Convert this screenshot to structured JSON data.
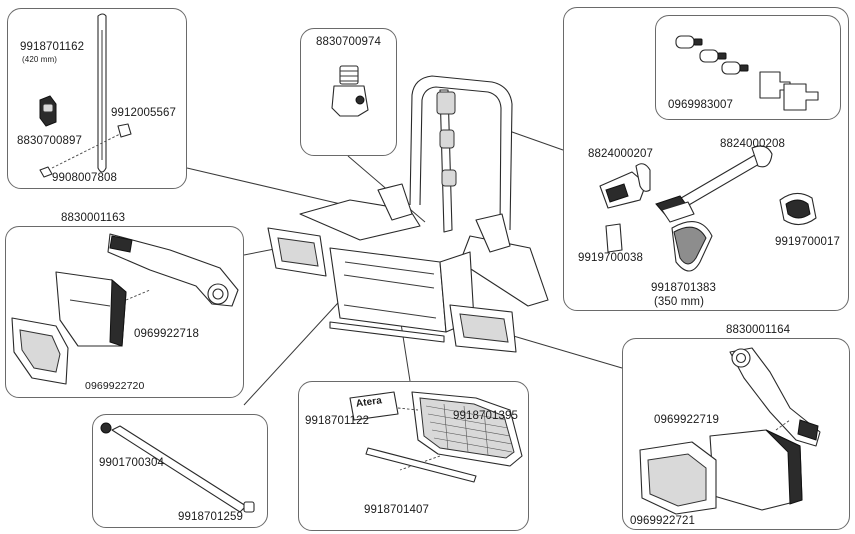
{
  "parts": {
    "p9918701162": "9918701162",
    "p9918701162_len": "(420 mm)",
    "p8830700897": "8830700897",
    "p9912005567": "9912005567",
    "p9908007808": "9908007808",
    "p8830700974": "8830700974",
    "p0969983007": "0969983007",
    "p8824000207": "8824000207",
    "p8824000208": "8824000208",
    "p9919700038": "9919700038",
    "p9919700017": "9919700017",
    "p9918701383": "9918701383",
    "p9918701383_len": "(350 mm)",
    "p8830001163": "8830001163",
    "p0969922718": "0969922718",
    "p0969922720": "0969922720",
    "p8830001164": "8830001164",
    "p0969922719": "0969922719",
    "p0969922721": "0969922721",
    "p9901700304": "9901700304",
    "p9918701259": "9918701259",
    "p9918701122": "9918701122",
    "p9918701395": "9918701395",
    "p9918701407": "9918701407"
  },
  "logo_text": "Atera",
  "colors": {
    "outline": "#6a6a6a",
    "ink": "#1a1a1a"
  }
}
